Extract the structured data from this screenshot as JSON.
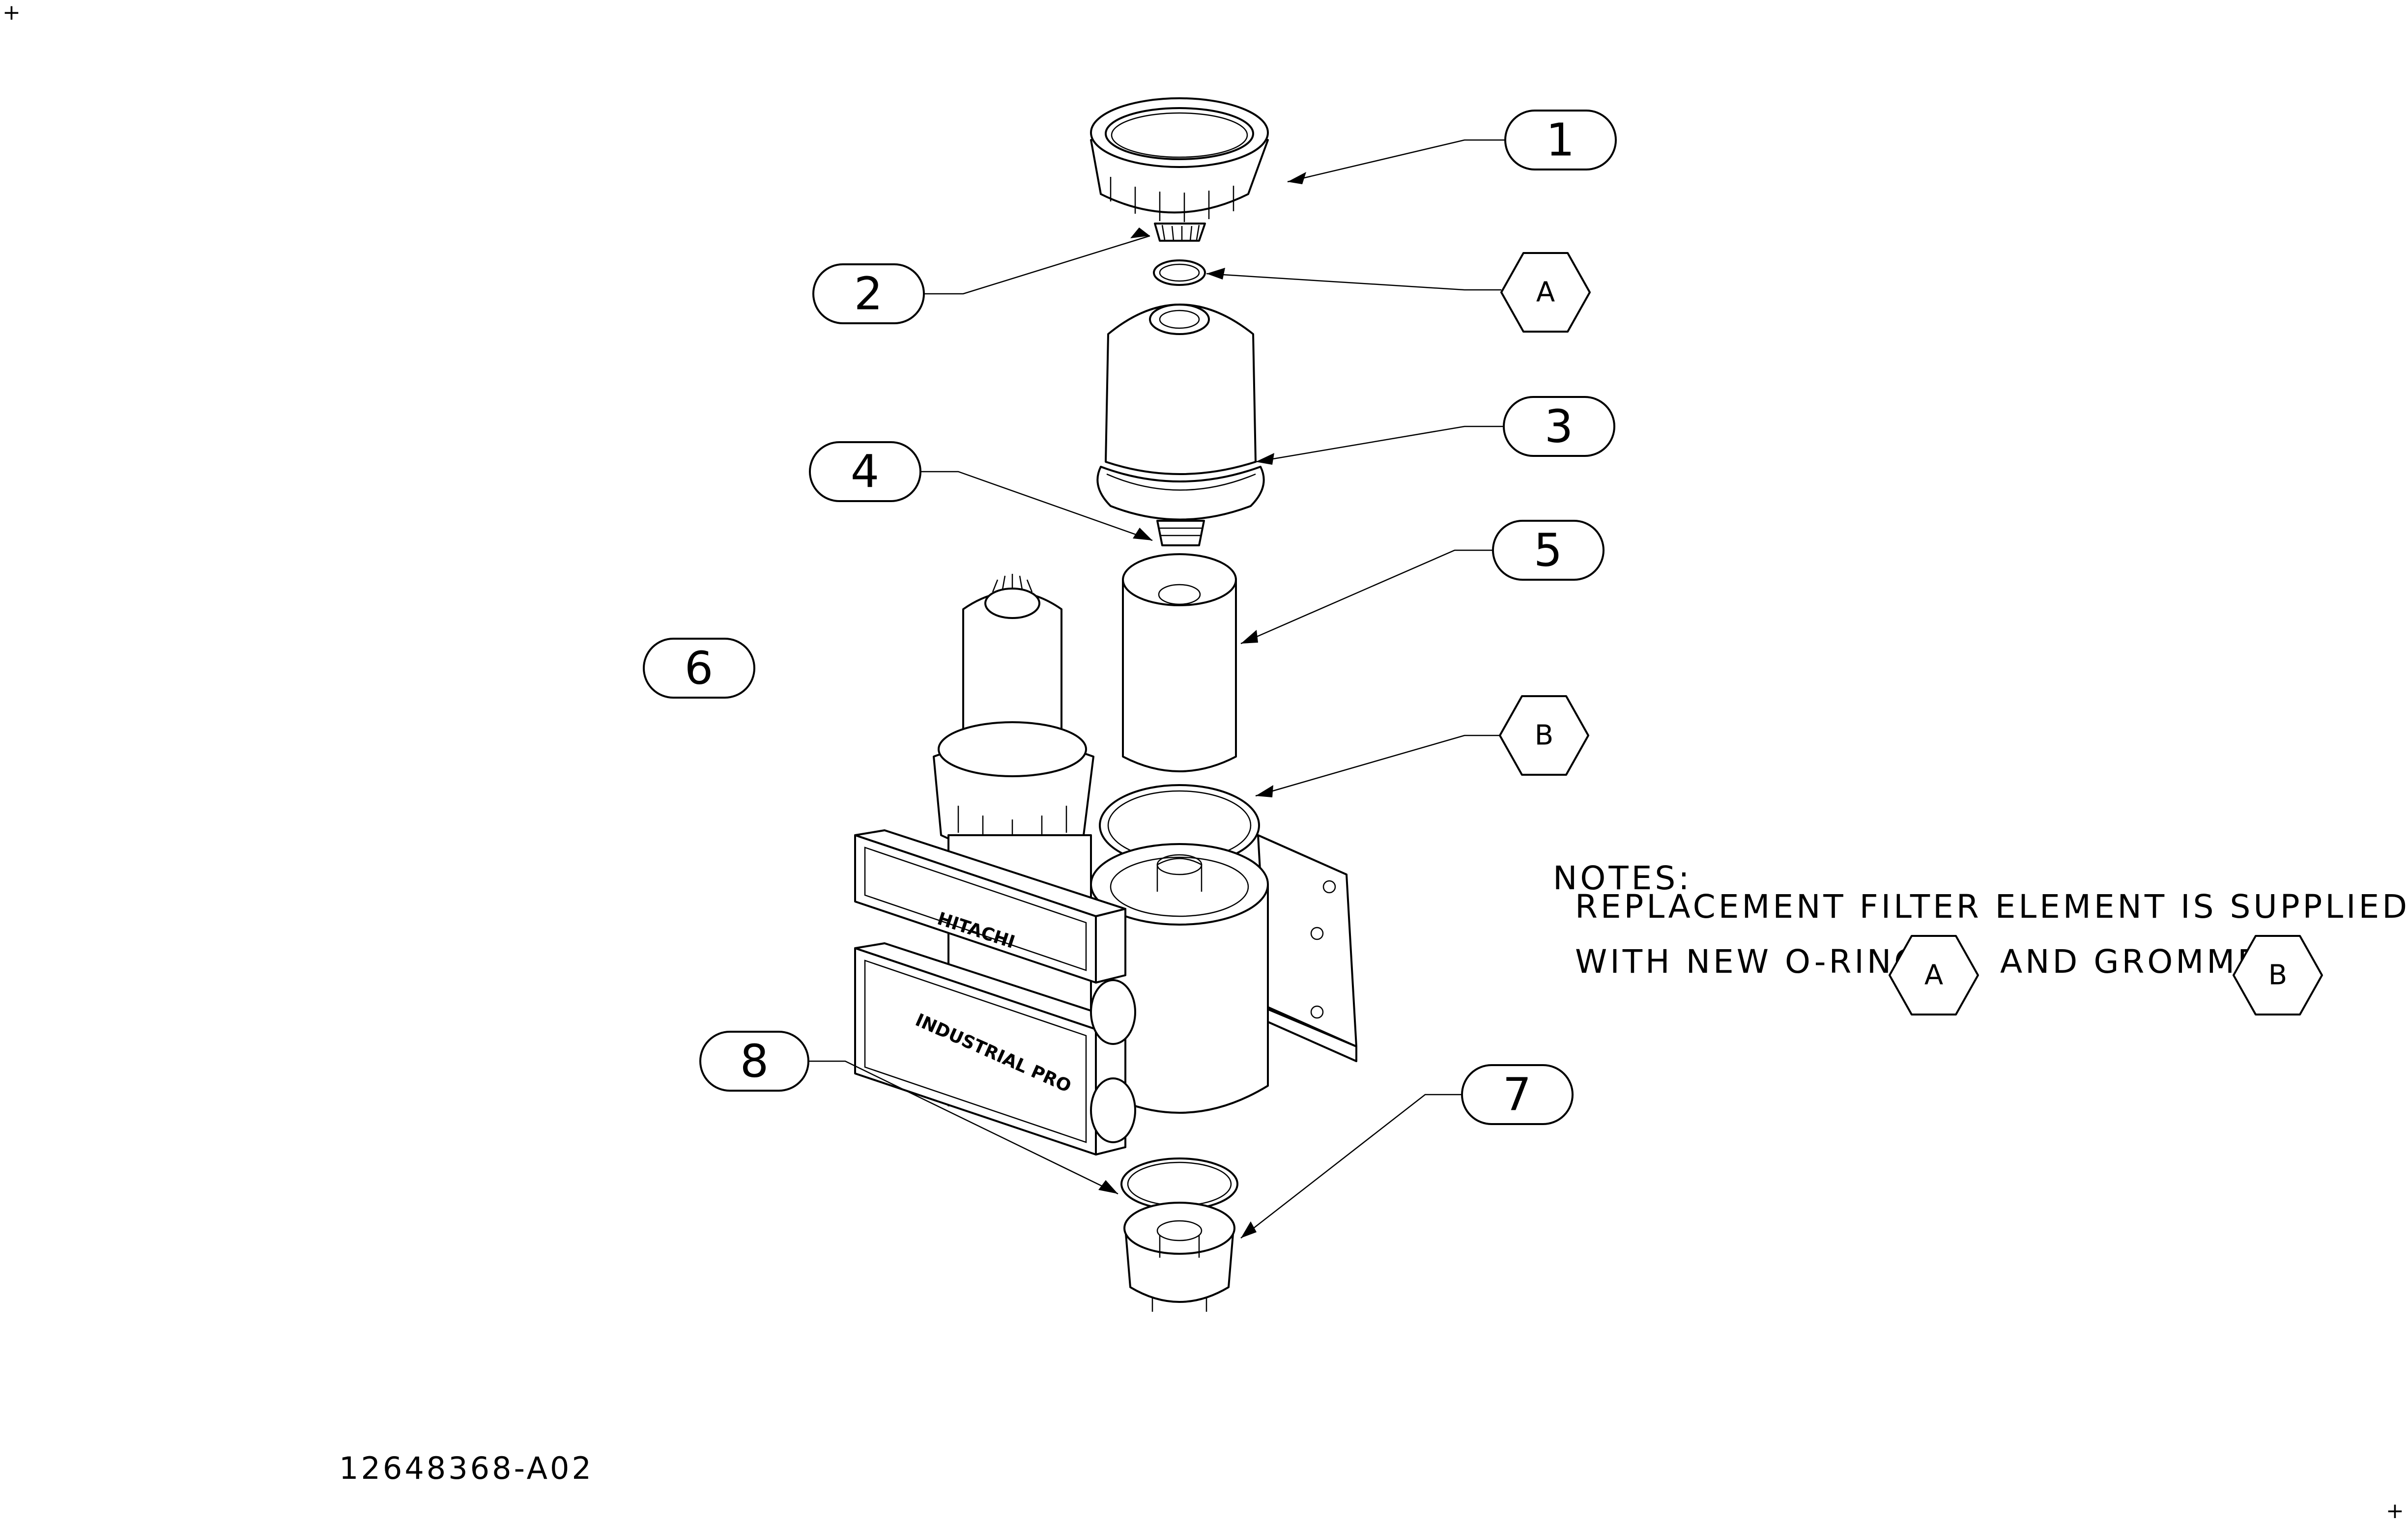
{
  "drawing_number": "12648368-A02",
  "callouts": [
    {
      "id": "1",
      "label": "1"
    },
    {
      "id": "2",
      "label": "2"
    },
    {
      "id": "3",
      "label": "3"
    },
    {
      "id": "4",
      "label": "4"
    },
    {
      "id": "5",
      "label": "5"
    },
    {
      "id": "6",
      "label": "6"
    },
    {
      "id": "7",
      "label": "7"
    },
    {
      "id": "8",
      "label": "8"
    }
  ],
  "hex_tags": [
    {
      "id": "A",
      "label": "A"
    },
    {
      "id": "B",
      "label": "B"
    }
  ],
  "notes": {
    "heading": "NOTES:",
    "line1": "REPLACEMENT FILTER ELEMENT IS SUPPLIED",
    "line2_prefix": "WITH NEW O-RING",
    "line2_tag_a": "A",
    "line2_middle": "AND GROMMET",
    "line2_tag_b": "B"
  },
  "housing_labels": {
    "brand": "HITACHI",
    "model": "INDUSTRIAL PRO"
  },
  "registration_marks": [
    "+",
    "+"
  ]
}
